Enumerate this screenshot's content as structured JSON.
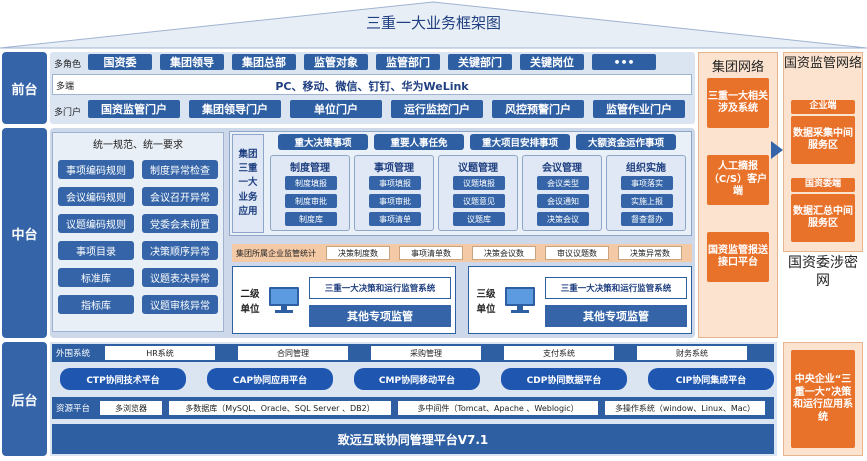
{
  "title": "三重一大业务框架图",
  "layers": {
    "front": "前台",
    "middle": "中台",
    "back": "后台"
  },
  "front": {
    "roles_label": "多角色",
    "roles": [
      "国资委",
      "集团领导",
      "集团总部",
      "监管对象",
      "监管部门",
      "关键部门",
      "关键岗位",
      "•••"
    ],
    "terminals_label": "多端",
    "terminals": "PC、移动、微信、钉钉、华为WeLink",
    "portals_label": "多门户",
    "portals": [
      "国资监管门户",
      "集团领导门户",
      "单位门户",
      "运行监控门户",
      "风控预警门户",
      "监管作业门户"
    ]
  },
  "middle": {
    "rules_title": "统一规范、统一要求",
    "rules": [
      "事项编码规则",
      "制度异常检查",
      "会议编码规则",
      "会议召开异常",
      "议题编码规则",
      "党委会未前置",
      "事项目录",
      "决策顺序异常",
      "标准库",
      "议题表决异常",
      "指标库",
      "议题审核异常"
    ],
    "group_app": "集团 三重 一大 业务 应用",
    "top_tags": [
      "重大决策事项",
      "重要人事任免",
      "重大项目安排事项",
      "大额资金运作事项"
    ],
    "groups": [
      {
        "title": "制度管理",
        "items": [
          "制度填报",
          "制度审批",
          "制度库"
        ]
      },
      {
        "title": "事项管理",
        "items": [
          "事项填报",
          "事项审批",
          "事项清单"
        ]
      },
      {
        "title": "议题管理",
        "items": [
          "议题填报",
          "议题意见",
          "议题库"
        ]
      },
      {
        "title": "会议管理",
        "items": [
          "会议类型",
          "会议通知",
          "决策会议"
        ]
      },
      {
        "title": "组织实施",
        "items": [
          "事项落实",
          "实施上报",
          "督查督办"
        ]
      }
    ],
    "stats_label": "集团所属企业监管统计",
    "stats": [
      "决策制度数",
      "事项清单数",
      "决策会议数",
      "审议议题数",
      "决策异常数"
    ],
    "units": [
      {
        "label": "二级 单位",
        "system": "三重一大决策和运行监管系统",
        "other": "其他专项监管"
      },
      {
        "label": "三级 单位",
        "system": "三重一大决策和运行监管系统",
        "other": "其他专项监管"
      }
    ]
  },
  "back": {
    "external_label": "外围系统",
    "external": [
      "HR系统",
      "合同管理",
      "采购管理",
      "支付系统",
      "财务系统"
    ],
    "platforms": [
      "CTP协同技术平台",
      "CAP协同应用平台",
      "CMP协同移动平台",
      "CDP协同数据平台",
      "CIP协同集成平台"
    ],
    "resource_label": "资源平台",
    "resources": [
      "多浏览器",
      "多数据库（MySQL、Oracle、SQL Server 、DB2）",
      "多中间件（Tomcat、Apache 、Weblogic）",
      "多操作系统（window、Linux、Mac）"
    ],
    "footer": "致远互联协同管理平台V7.1"
  },
  "group_network": {
    "title": "集团网络",
    "items": [
      "三重一大相关涉及系统",
      "人工摘报（C/S）客户端",
      "国资监管报送接口平台"
    ]
  },
  "sasac_network": {
    "title": "国资监管网络",
    "items": [
      "企业端",
      "数据采集中间服务区",
      "国资委端",
      "数据汇总中间服务区"
    ]
  },
  "secret_network": {
    "title": "国资委涉密网",
    "items": [
      "中央企业“三重一大”决策和运行应用系统"
    ]
  },
  "colors": {
    "blue": "#2f5fa3",
    "orange": "#e9722b",
    "peach": "#fbe3cf"
  }
}
